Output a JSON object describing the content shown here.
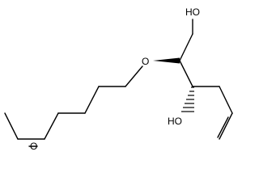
{
  "molecule": {
    "labels": {
      "oh_top": "HO",
      "oh_bottom": "HO",
      "ether_o": "O",
      "methoxy_o": "O"
    },
    "colors": {
      "bonds": "#000000",
      "text": "#000000",
      "background": "#ffffff"
    }
  }
}
